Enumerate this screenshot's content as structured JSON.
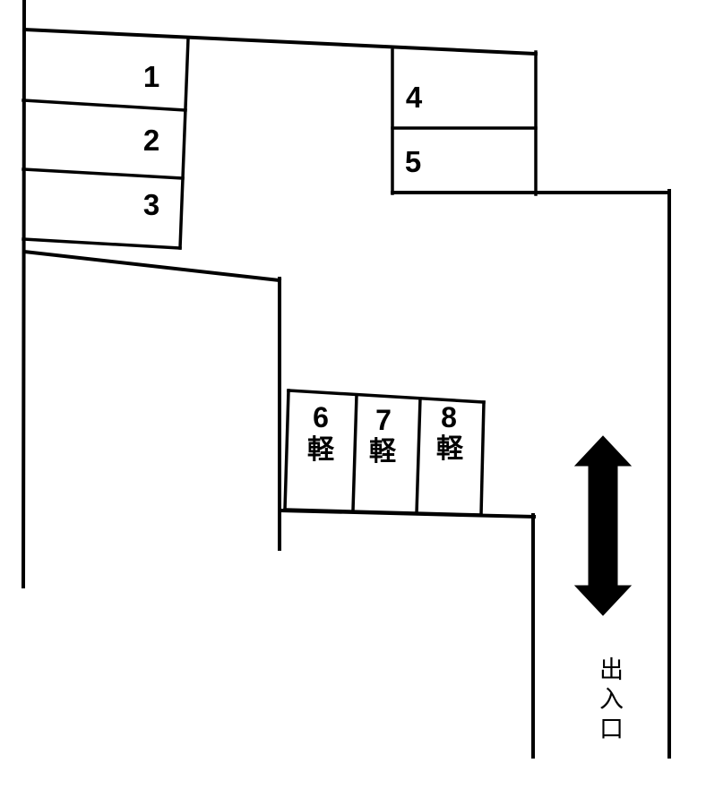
{
  "diagram": {
    "kind": "parking-lot-layout",
    "background_color": "#ffffff",
    "line_color": "#000000",
    "spaces": [
      {
        "label": "1"
      },
      {
        "label": "2"
      },
      {
        "label": "3"
      },
      {
        "label": "4"
      },
      {
        "label": "5"
      },
      {
        "label": "6",
        "type_label": "軽"
      },
      {
        "label": "7",
        "type_label": "軽"
      },
      {
        "label": "8",
        "type_label": "軽"
      }
    ],
    "entrance": {
      "label": "出入口"
    },
    "arrow": {
      "name": "two-way-traffic-arrow",
      "color": "#000000"
    }
  }
}
